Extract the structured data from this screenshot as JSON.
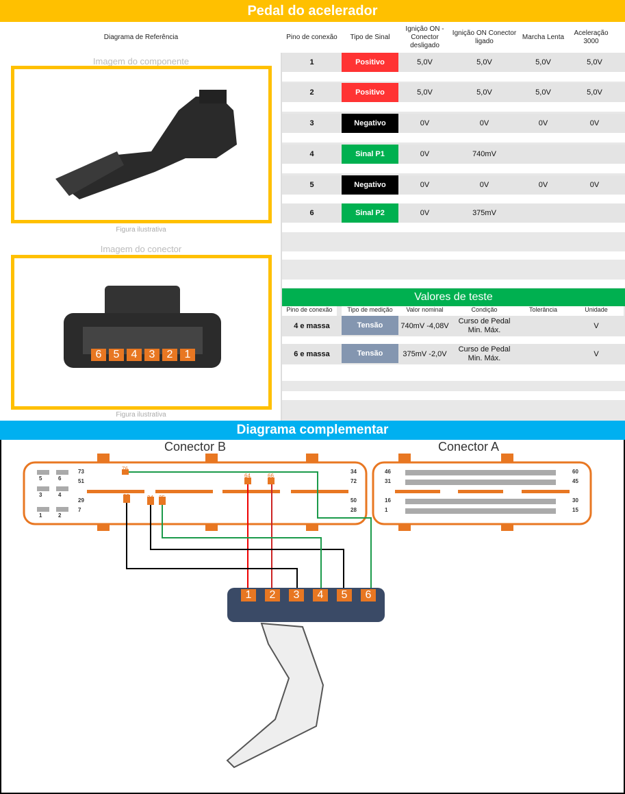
{
  "title": "Pedal do acelerador",
  "headers": {
    "ref": "Diagrama de Referência",
    "pin": "Pino de conexão",
    "tipo": "Tipo de Sinal",
    "ign_off": "Ignição ON - Conector desligado",
    "ign_on": "Ignição ON Conector ligado",
    "marcha": "Marcha Lenta",
    "acel": "Aceleração 3000"
  },
  "left": {
    "img_comp": "Imagem do componente",
    "fig1": "Figura ilustrativa",
    "img_con": "Imagem do conector",
    "fig2": "Figura ilustrativa",
    "connector_pins": [
      "6",
      "5",
      "4",
      "3",
      "2",
      "1"
    ]
  },
  "rows": [
    {
      "pin": "1",
      "tipo": "Positivo",
      "color": "#FF3333",
      "off": "5,0V",
      "on": "5,0V",
      "marcha": "5,0V",
      "acel": "5,0V"
    },
    {
      "pin": "2",
      "tipo": "Positivo",
      "color": "#FF3333",
      "off": "5,0V",
      "on": "5,0V",
      "marcha": "5,0V",
      "acel": "5,0V"
    },
    {
      "pin": "3",
      "tipo": "Negativo",
      "color": "#000000",
      "off": "0V",
      "on": "0V",
      "marcha": "0V",
      "acel": "0V"
    },
    {
      "pin": "4",
      "tipo": "Sinal P1",
      "color": "#00B050",
      "off": "0V",
      "on": "740mV",
      "marcha": "",
      "acel": ""
    },
    {
      "pin": "5",
      "tipo": "Negativo",
      "color": "#000000",
      "off": "0V",
      "on": "0V",
      "marcha": "0V",
      "acel": "0V"
    },
    {
      "pin": "6",
      "tipo": "Sinal P2",
      "color": "#00B050",
      "off": "0V",
      "on": "375mV",
      "marcha": "",
      "acel": ""
    }
  ],
  "testes": {
    "title": "Valores de teste",
    "headers": [
      "Pino de conexão",
      "Tipo de medição",
      "Valor nominal",
      "Condição",
      "Tolerância",
      "Unidade"
    ],
    "rows": [
      {
        "pin": "4 e massa",
        "tipo": "Tensão",
        "valor": "740mV -4,08V",
        "cond1": "Curso de Pedal",
        "cond2": "Min. Máx.",
        "tol": "",
        "unid": "V"
      },
      {
        "pin": "6 e massa",
        "tipo": "Tensão",
        "valor": "375mV -2,0V",
        "cond1": "Curso de Pedal",
        "cond2": "Min. Máx.",
        "tol": "",
        "unid": "V"
      }
    ]
  },
  "diagram": {
    "title": "Diagrama complementar",
    "conB": "Conector B",
    "conA": "Conector A",
    "conB_pins": [
      "5",
      "6",
      "3",
      "4",
      "1",
      "2",
      "73",
      "51",
      "29",
      "7",
      "34",
      "72",
      "50",
      "28"
    ],
    "conB_wired": [
      "76",
      "64",
      "66",
      "32",
      "34",
      "35"
    ],
    "conA_pins": [
      "46",
      "31",
      "16",
      "1",
      "60",
      "45",
      "30",
      "15"
    ],
    "pedal_pins": [
      "1",
      "2",
      "3",
      "4",
      "5",
      "6"
    ]
  }
}
